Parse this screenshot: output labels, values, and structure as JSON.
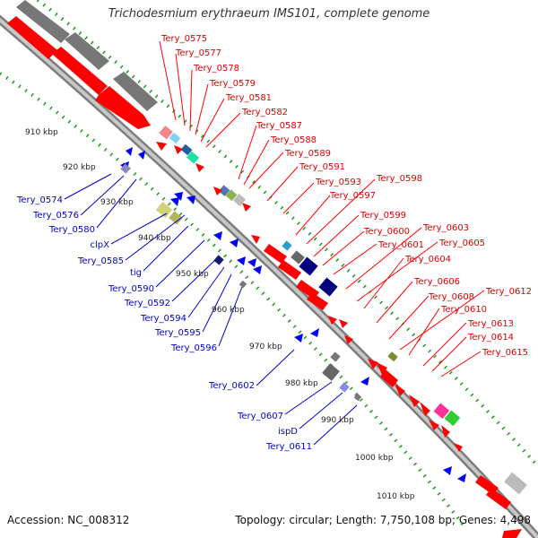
{
  "title": "Trichodesmium erythraeum IMS101, complete genome",
  "footer": {
    "accession": "Accession: NC_008312",
    "summary": "Topology: circular; Length: 7,750,108 bp; Genes: 4,498"
  },
  "scale_labels": [
    "910 kbp",
    "920 kbp",
    "930 kbp",
    "940 kbp",
    "950 kbp",
    "960 kbp",
    "970 kbp",
    "980 kbp",
    "990 kbp",
    "1000 kbp",
    "1010 kbp"
  ],
  "forward_genes": [
    "Tery_0575",
    "Tery_0577",
    "Tery_0578",
    "Tery_0579",
    "Tery_0581",
    "Tery_0582",
    "Tery_0587",
    "Tery_0588",
    "Tery_0589",
    "Tery_0591",
    "Tery_0593",
    "Tery_0597",
    "Tery_0598",
    "Tery_0599",
    "Tery_0600",
    "Tery_0601",
    "Tery_0603",
    "Tery_0605",
    "Tery_0604",
    "Tery_0606",
    "Tery_0608",
    "Tery_0612",
    "Tery_0610",
    "Tery_0613",
    "Tery_0614",
    "Tery_0615"
  ],
  "reverse_genes": [
    "Tery_0574",
    "Tery_0576",
    "Tery_0580",
    "clpX",
    "Tery_0585",
    "tig",
    "Tery_0590",
    "Tery_0592",
    "Tery_0594",
    "Tery_0595",
    "Tery_0596",
    "Tery_0602",
    "Tery_0607",
    "ispD",
    "Tery_0611"
  ],
  "colors": {
    "forward_label": "#dd0000",
    "reverse_label": "#0000cc",
    "forward_gene": "#ff0000",
    "reverse_gene": "#0000ff",
    "backbone": "#9a9a9a",
    "ruler_dot": "#1c9a1c"
  }
}
